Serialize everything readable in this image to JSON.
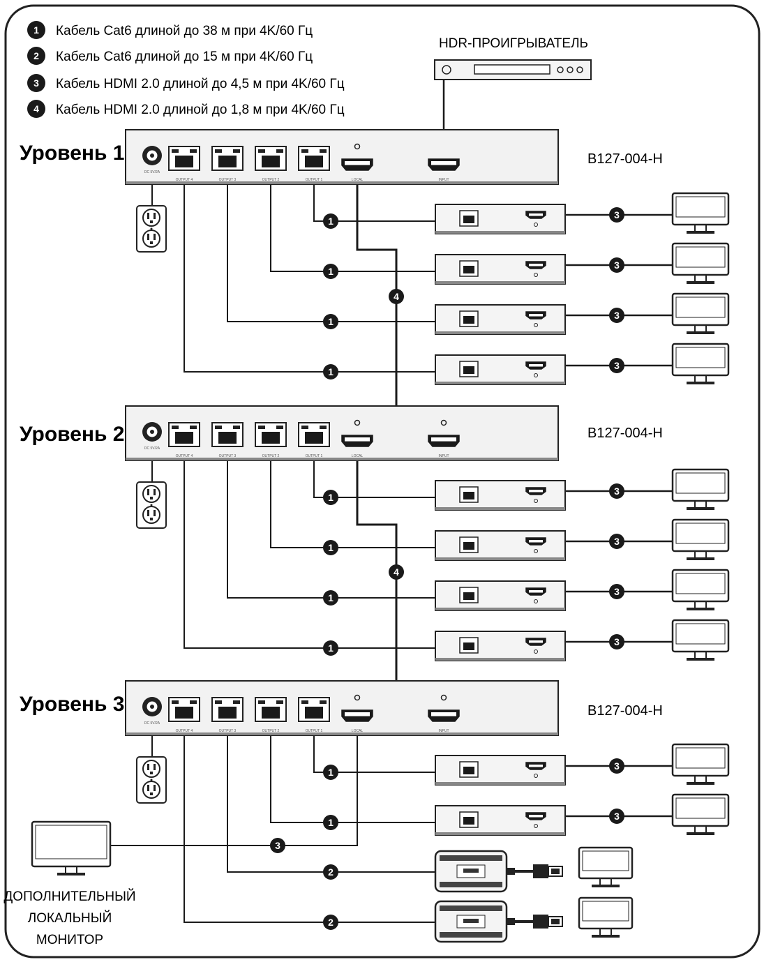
{
  "legend": [
    {
      "num": "1",
      "text": "Кабель Cat6 длиной до 38 м при 4K/60 Гц"
    },
    {
      "num": "2",
      "text": "Кабель Cat6 длиной до 15 м при 4K/60 Гц"
    },
    {
      "num": "3",
      "text": "Кабель HDMI 2.0 длиной до 4,5 м при 4K/60 Гц"
    },
    {
      "num": "4",
      "text": "Кабель HDMI 2.0 длиной до 1,8 м при 4K/60 Гц"
    }
  ],
  "player_label": "HDR-ПРОИГРЫВАТЕЛЬ",
  "levels": [
    {
      "label": "Уровень 1",
      "model": "B127-004-H"
    },
    {
      "label": "Уровень 2",
      "model": "B127-004-H"
    },
    {
      "label": "Уровень 3",
      "model": "B127-004-H"
    }
  ],
  "local_monitor_label": [
    "ДОПОЛНИТЕЛЬНЫЙ",
    "ЛОКАЛЬНЫЙ",
    "МОНИТОР"
  ],
  "port_labels": {
    "power": "DC 5V/2A",
    "outputs": [
      "OUTPUT 4",
      "OUTPUT 3",
      "OUTPUT 2",
      "OUTPUT 1"
    ],
    "local": "LOCAL",
    "input": "INPUT"
  },
  "colors": {
    "line": "#1a1a1a",
    "device_fill": "#f2f2f2",
    "border": "#222222"
  }
}
